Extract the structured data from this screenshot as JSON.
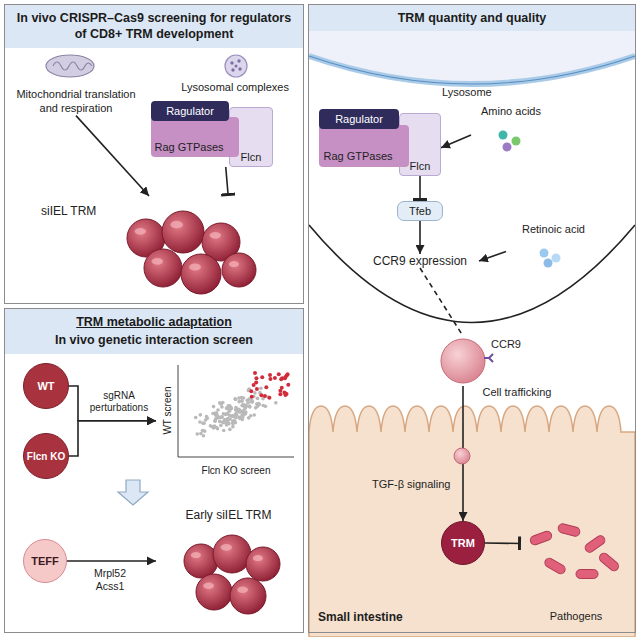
{
  "diagram": {
    "nodes": [
      {
        "text": [
          "In vivo CRISPR–Cas9 screening for regulators of CD8+ TRM development"
        ]
      },
      {
        "text": [
          "Mitochondrial translation and respiration"
        ],
        "in": 0
      },
      {
        "text": [
          "Lysosomal complexes"
        ],
        "in": 0
      },
      {
        "text": [
          "Ragulator"
        ],
        "in": 2
      },
      {
        "text": [
          "Rag GTPases"
        ],
        "in": 2
      },
      {
        "text": [
          "Flcn"
        ],
        "in": 2
      },
      {
        "text": [
          "siIEL TRM"
        ],
        "in": 0
      },
      {
        "text": [
          "TRM metabolic adaptation",
          "In vivo genetic interaction screen"
        ]
      },
      {
        "text": [
          "WT"
        ],
        "in": 7
      },
      {
        "text": [
          "Flcn KO"
        ],
        "in": 7
      },
      {
        "text": [
          "WT screen",
          "Flcn KO screen"
        ],
        "in": 7
      },
      {
        "text": [
          "TEFF"
        ],
        "in": 7
      },
      {
        "text": [
          "Early siIEL TRM"
        ],
        "in": 7
      },
      {
        "text": [
          "TRM quantity and quality"
        ]
      },
      {
        "text": [
          "Ragulator"
        ],
        "in": 13
      },
      {
        "text": [
          "Rag GTPases"
        ],
        "in": 13
      },
      {
        "text": [
          "Flcn"
        ],
        "in": 13
      },
      {
        "text": [
          "Amino acids"
        ],
        "in": 13
      },
      {
        "text": [
          "Tfeb"
        ],
        "in": 13
      },
      {
        "text": [
          "CCR9 expression"
        ],
        "in": 13
      },
      {
        "text": [
          "Retinoic acid"
        ],
        "in": 13
      },
      {
        "text": [
          "CCR9"
        ],
        "in": 13
      },
      {
        "text": [
          "TRM"
        ],
        "in": 13
      },
      {
        "text": [
          "Pathogens"
        ],
        "in": 13
      }
    ],
    "edges": [
      {
        "from": 1,
        "to": 6,
        "arrow": "to"
      },
      {
        "from": 2,
        "to": 6,
        "arrow": "to"
      },
      {
        "from": 8,
        "to": 10,
        "arrow": "to",
        "label": "sgRNA perturbations"
      },
      {
        "from": 9,
        "to": 10,
        "arrow": "to"
      },
      {
        "from": 11,
        "to": 12,
        "arrow": "to",
        "label": "Mrpl52 Acss1"
      },
      {
        "from": 17,
        "to": 16,
        "arrow": "to"
      },
      {
        "from": 16,
        "to": 18,
        "arrow": "to"
      },
      {
        "from": 18,
        "to": 19,
        "arrow": "to"
      },
      {
        "from": 20,
        "to": 19,
        "arrow": "to"
      },
      {
        "from": 19,
        "to": 21,
        "arrow": "none"
      },
      {
        "from": 21,
        "to": 22,
        "arrow": "to",
        "label": "Cell trafficking"
      },
      {
        "from": 22,
        "to": 23,
        "arrow": "to"
      }
    ],
    "labels": [
      "Lysosome",
      "TGF-β signaling",
      "Small intestine"
    ]
  }
}
